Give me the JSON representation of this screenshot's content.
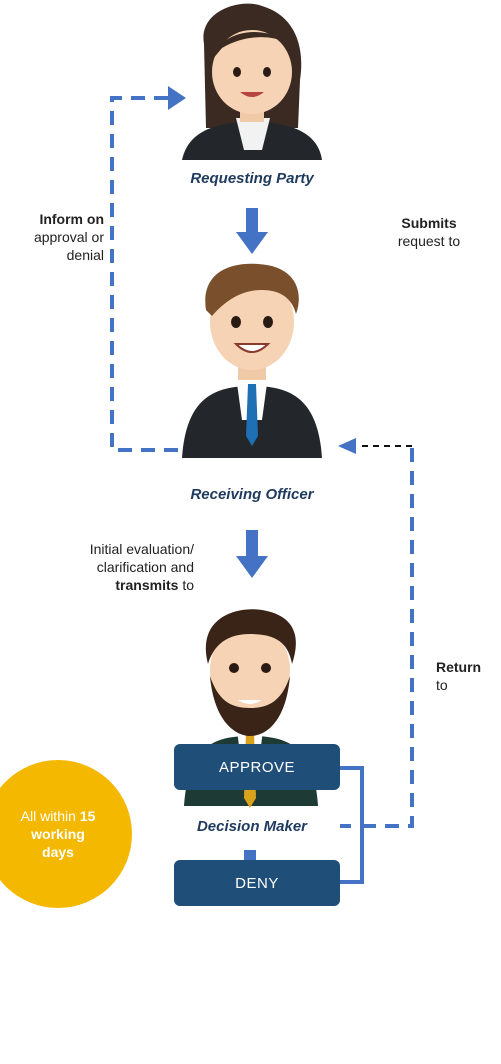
{
  "actors": {
    "requesting_party": "Requesting Party",
    "receiving_officer": "Receiving Officer",
    "decision_maker": "Decision Maker"
  },
  "notes": {
    "inform_bold": "Inform on",
    "inform_rest1": "approval or",
    "inform_rest2": "denial",
    "submits_bold": "Submits",
    "submits_rest": "request to",
    "eval_line1": "Initial evaluation/",
    "eval_line2": "clarification and",
    "eval_bold": "transmits",
    "eval_rest": "to",
    "return_bold": "Return",
    "return_rest": "to"
  },
  "decisions": {
    "approve": "APPROVE",
    "deny": "DENY"
  },
  "badge": {
    "prefix": "All within",
    "number": "15",
    "line2": "working",
    "line3": "days"
  },
  "colors": {
    "flow_blue": "#4472c4",
    "box_navy": "#1f4e79",
    "badge_yellow": "#f5b800",
    "caption_navy": "#1f3a5f"
  }
}
